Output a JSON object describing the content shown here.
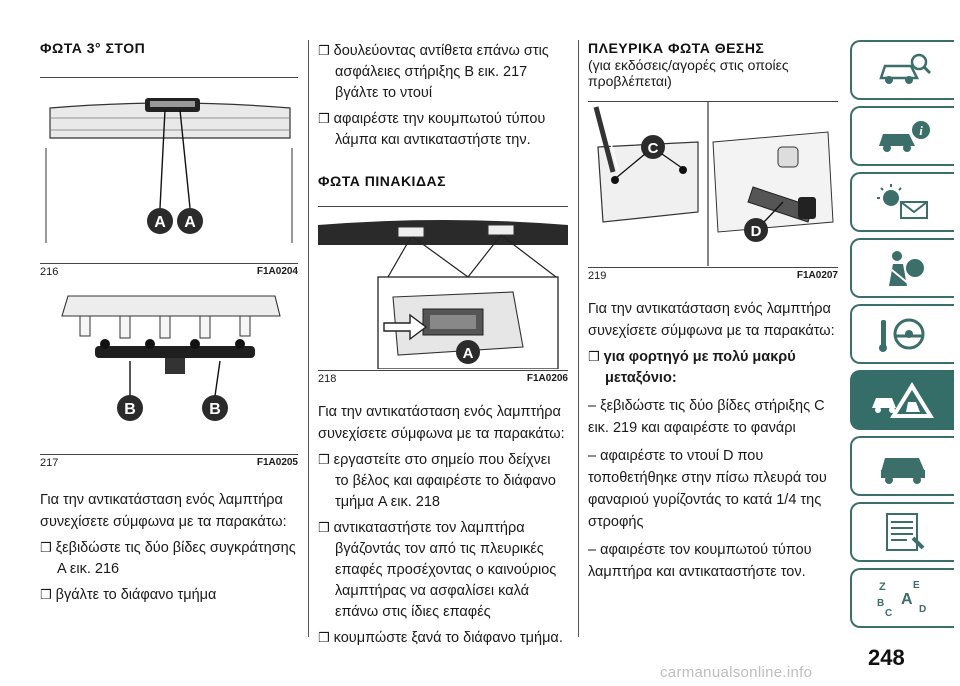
{
  "page_number": "248",
  "watermark": "carmanualsonline.info",
  "col1": {
    "heading": "ΦΩΤΑ 3° ΣΤΟΠ",
    "fig216": {
      "num": "216",
      "code": "F1A0204",
      "labels": [
        "A",
        "A"
      ]
    },
    "fig217": {
      "num": "217",
      "code": "F1A0205",
      "labels": [
        "B",
        "B"
      ]
    },
    "intro": "Για την αντικατάσταση ενός λαμπτήρα συνεχίσετε σύμφωνα με τα παρακάτω:",
    "bullets": [
      "ξεβιδώστε τις δύο βίδες συγκράτησης A εικ. 216",
      "βγάλτε το διάφανο τμήμα"
    ]
  },
  "col2": {
    "bullets_top": [
      "δουλεύοντας αντίθετα επάνω στις ασφάλειες στήριξης B εικ. 217 βγάλτε το ντουί",
      "αφαιρέστε την κουμπωτού τύπου λάμπα και αντικαταστήστε την."
    ],
    "heading": "ΦΩΤΑ ΠΙΝΑΚΙΔΑΣ",
    "fig218": {
      "num": "218",
      "code": "F1A0206",
      "labels": [
        "A"
      ]
    },
    "intro": "Για την αντικατάσταση ενός λαμπτήρα συνεχίσετε σύμφωνα με τα παρακάτω:",
    "bullets": [
      "εργαστείτε στο σημείο που δείχνει το βέλος και αφαιρέστε το διάφανο τμήμα A εικ. 218",
      "αντικαταστήστε τον λαμπτήρα βγάζοντάς τον από τις πλευρικές επαφές προσέχοντας ο καινούριος λαμπτήρας να ασφαλίσει καλά επάνω στις ίδιες επαφές",
      "κουμπώστε ξανά το διάφανο τμήμα."
    ]
  },
  "col3": {
    "heading": "ΠΛΕΥΡΙΚΑ ΦΩΤΑ ΘΕΣΗΣ",
    "subheading": "(για εκδόσεις/αγορές στις οποίες προβλέπεται)",
    "fig219": {
      "num": "219",
      "code": "F1A0207",
      "labels": [
        "C",
        "D"
      ]
    },
    "intro": "Για την αντικατάσταση ενός λαμπτήρα συνεχίσετε σύμφωνα με τα παρακάτω:",
    "bullet_bold": "για φορτηγό με πολύ μακρύ μεταξόνιο:",
    "dashes": [
      "– ξεβιδώστε τις δύο βίδες στήριξης C εικ. 219 και αφαιρέστε το φανάρι",
      "– αφαιρέστε το ντουί D που τοποθετήθηκε στην πίσω πλευρά του φαναριού γυρίζοντάς το κατά 1/4 της στροφής",
      "– αφαιρέστε τον κουμπωτού τύπου λαμπτήρα και αντικαταστήστε τον."
    ]
  },
  "sidebar": {
    "tabs": [
      "car-search-icon",
      "car-info-icon",
      "warning-light-mail-icon",
      "airbag-person-icon",
      "steering-key-icon",
      "warning-triangle-car-icon",
      "car-service-icon",
      "document-list-icon",
      "alphabet-index-icon"
    ],
    "active_index": 5,
    "accent": "#356d69"
  }
}
